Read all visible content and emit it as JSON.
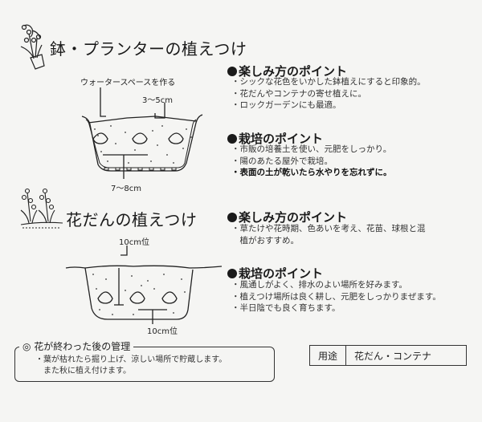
{
  "pot_section": {
    "title": "鉢・プランターの植えつけ",
    "diagram_labels": {
      "water_space": "ウォータースペースを作る",
      "depth": "3〜5cm",
      "spacing": "7〜8cm"
    },
    "enjoy": {
      "heading": "楽しみ方のポイント",
      "items": [
        "・シックな花色をいかした鉢植えにすると印象的。",
        "・花だんやコンテナの寄せ植えに。",
        "・ロックガーデンにも最適。"
      ]
    },
    "cultivation": {
      "heading": "栽培のポイント",
      "items": [
        "・市販の培養土を使い、元肥をしっかり。",
        "・陽のあたる屋外で栽培。",
        "・表面の土が乾いたら水やりを忘れずに。"
      ]
    }
  },
  "bed_section": {
    "title": "花だんの植えつけ",
    "diagram_labels": {
      "depth": "10cm位",
      "spacing": "10cm位"
    },
    "enjoy": {
      "heading": "楽しみ方のポイント",
      "items": [
        "・草たけや花時期、色あいを考え、花苗、球根と混",
        "　植がおすすめ。"
      ]
    },
    "cultivation": {
      "heading": "栽培のポイント",
      "items": [
        "・風通しがよく、排水のよい場所を好みます。",
        "・植えつけ場所は良く耕し、元肥をしっかりまぜます。",
        "・半日陰でも良く育ちます。"
      ]
    }
  },
  "after_flowering": {
    "title": "◎ 花が終わった後の管理",
    "lines": [
      "・葉が枯れたら掘り上げ、涼しい場所で貯蔵します。",
      "　また秋に植え付けます。"
    ]
  },
  "usage": {
    "key": "用途",
    "value": "花だん・コンテナ"
  }
}
